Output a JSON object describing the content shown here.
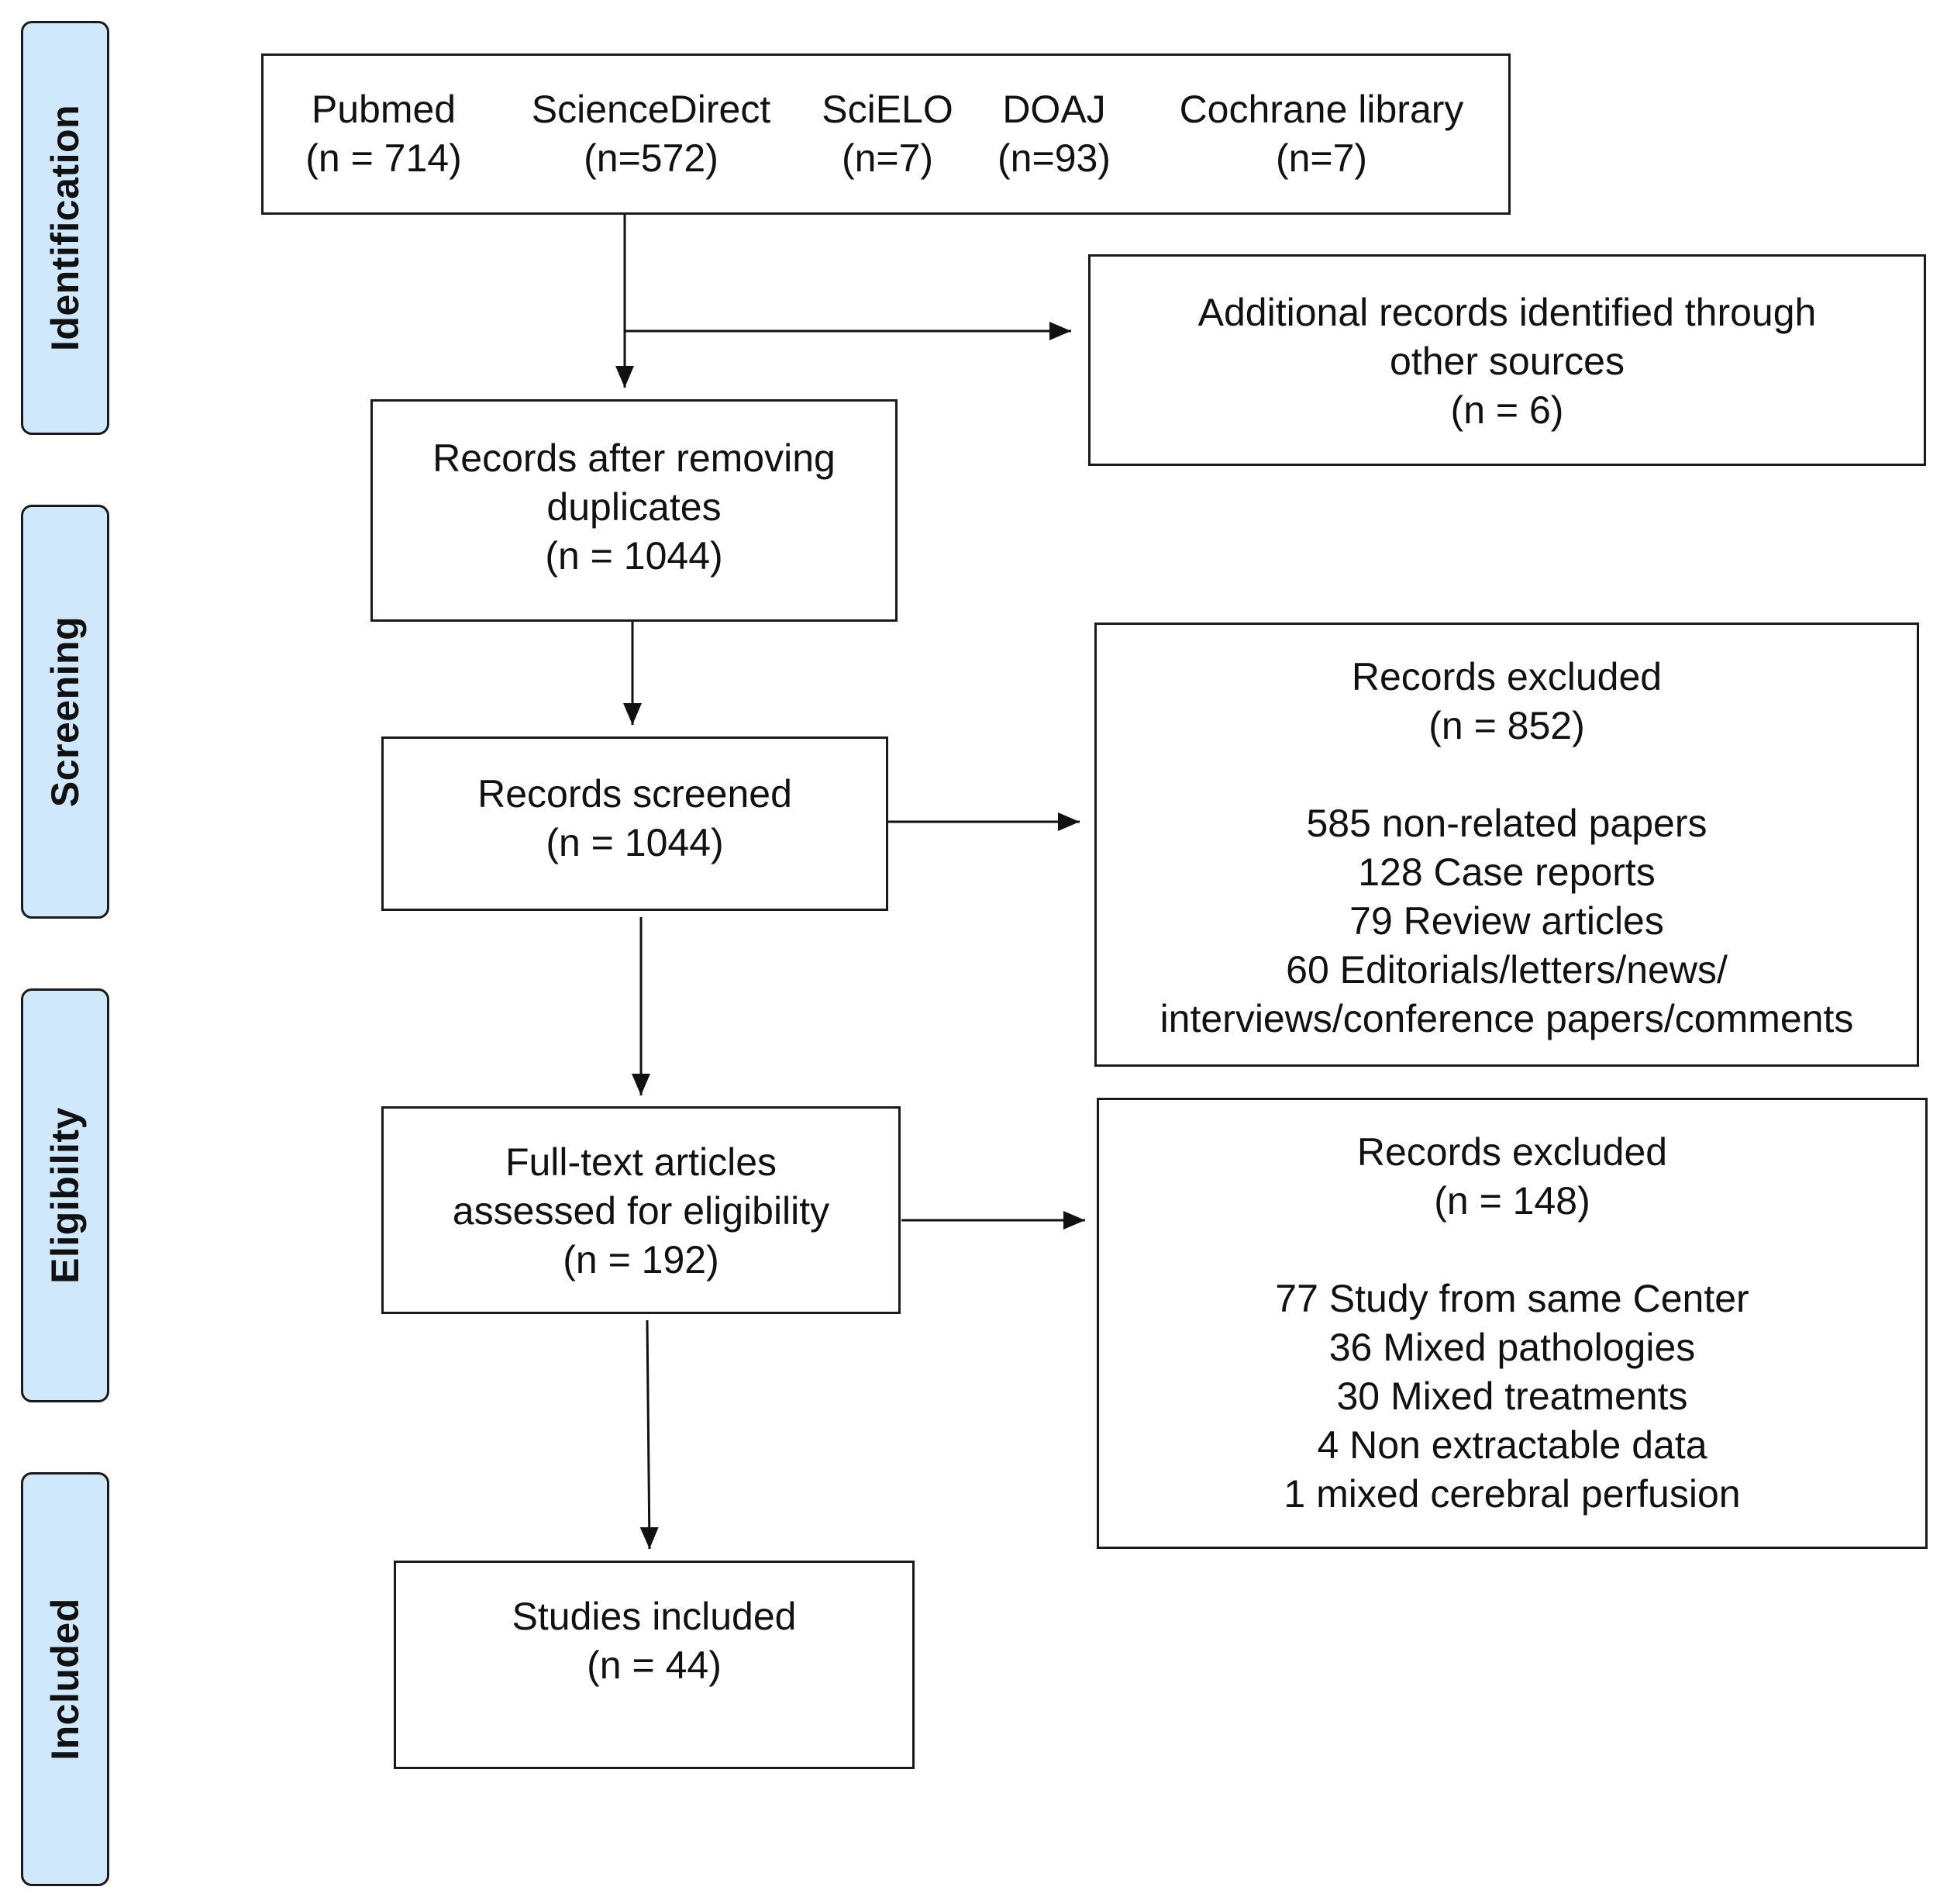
{
  "phases": {
    "identification": "Identification",
    "screening": "Screening",
    "eligibility": "Eligibility",
    "included": "Included"
  },
  "sources": [
    {
      "name": "Pubmed",
      "count": "(n = 714)"
    },
    {
      "name": "ScienceDirect",
      "count": "(n=572)"
    },
    {
      "name": "SciELO",
      "count": "(n=7)"
    },
    {
      "name": "DOAJ",
      "count": "(n=93)"
    },
    {
      "name": "Cochrane library",
      "count": "(n=7)"
    }
  ],
  "additional": {
    "line1": "Additional records identified through",
    "line2": "other sources",
    "count": "(n = 6)"
  },
  "dedup": {
    "line1": "Records after removing",
    "line2": "duplicates",
    "count": "(n = 1044)"
  },
  "screened": {
    "line1": "Records screened",
    "count": "(n = 1044)"
  },
  "excluded_screening": {
    "title": "Records excluded",
    "count": "(n = 852)",
    "reasons": [
      "585 non-related papers",
      "128 Case reports",
      "79 Review articles",
      "60 Editorials/letters/news/",
      "interviews/conference papers/comments"
    ]
  },
  "fulltext": {
    "line1": "Full-text articles",
    "line2": "assessed for eligibility",
    "count": "(n = 192)"
  },
  "excluded_eligibility": {
    "title": "Records excluded",
    "count": "(n = 148)",
    "reasons": [
      "77 Study from same Center",
      "36 Mixed pathologies",
      "30 Mixed treatments",
      "4 Non extractable data",
      "1 mixed cerebral perfusion"
    ]
  },
  "included": {
    "line1": "Studies included",
    "count": "(n = 44)"
  }
}
